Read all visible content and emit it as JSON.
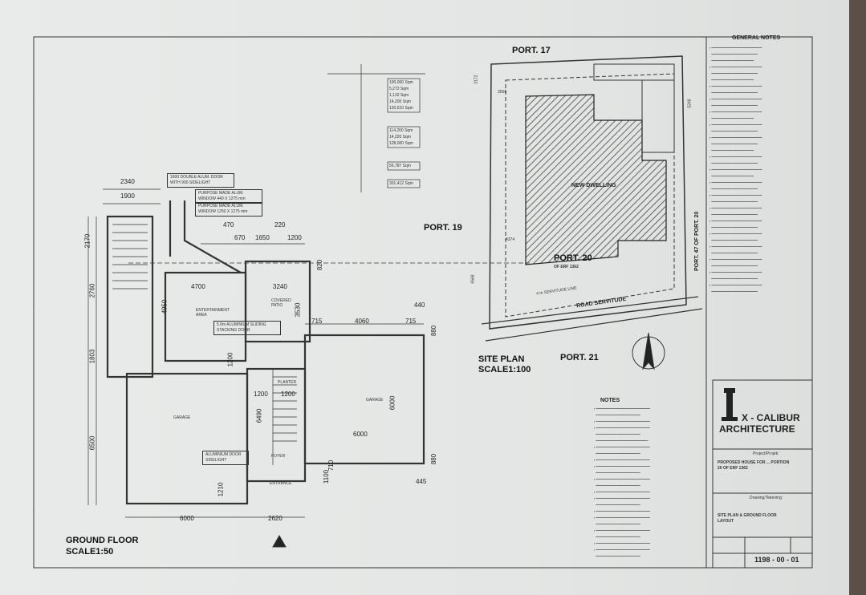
{
  "sheet": {
    "ground_floor_title": "GROUND FLOOR",
    "ground_floor_scale": "SCALE1:50",
    "site_plan_title": "SITE PLAN",
    "site_plan_scale": "SCALE1:100"
  },
  "site": {
    "port17": "PORT. 17",
    "port19": "PORT. 19",
    "port20": "PORT. 20",
    "port20_sub": "OF ERF 1362",
    "port21": "PORT. 21",
    "port47": "PORT. 47 OF PORT. 20",
    "new_dwelling": "NEW DWELLING",
    "road_servitude": "ROAD SERVITUDE",
    "servitude_line": "4 m SERVITUDE LINE",
    "dims": [
      "3172",
      "3556",
      "5248",
      "4374",
      "6568"
    ]
  },
  "rooms": {
    "entertainment": "ENTERTAINMENT AREA",
    "covered_patio": "COVERED PATIO",
    "garage_left": "GARAGE",
    "garage_right": "GARAGE",
    "foyer": "FOYER",
    "entrance": "ENTRANCE",
    "planter": "PLANTER"
  },
  "callouts": {
    "door1": "1600 DOUBLE ALUM. DOOR WITH 900 SIDELIGHT",
    "window1": "PURPOSE MADE ALUM. WINDOW 440 X 1275 mm",
    "window2": "PURPOSE MADE ALUM. WINDOW 1250 X 1275 mm",
    "sliding": "5.0m ALUMINIUM SLIDING STACKING DOOR",
    "alum_door": "ALUMINIUM DOOR SIDELIGHT"
  },
  "dims": {
    "d2340": "2340",
    "d1900": "1900",
    "d470": "470",
    "d220": "220",
    "d670": "670",
    "d1650": "1650",
    "d1200a": "1200",
    "d820": "820",
    "d4700": "4700",
    "d3240": "3240",
    "d4950": "4950",
    "d3530": "3530",
    "d715a": "715",
    "d4060": "4060",
    "d715b": "715",
    "d440": "440",
    "d880a": "880",
    "d2170": "2170",
    "d2760": "2760",
    "d1803": "1803",
    "d6500": "6500",
    "d1200b": "1200",
    "d1200c": "1200",
    "d6490": "6490",
    "d6000a": "6000",
    "d6000b": "6000",
    "d6000c": "6000",
    "d2620": "2620",
    "d1210": "1210",
    "d1100": "1100",
    "d710": "710",
    "d880b": "880",
    "d445": "445",
    "d1200d": "1200"
  },
  "general_notes_title": "GENERAL NOTES",
  "notes_title": "NOTES",
  "title_block": {
    "company_line1": "X - CALIBUR",
    "company_line2": "ARCHITECTURE",
    "project_label": "Project/Projek:",
    "project_desc": "PROPOSED HOUSE FOR ... PORTION 20 OF ERF 1362",
    "drawing_label": "Drawing/Tekening:",
    "drawing_desc": "SITE PLAN & GROUND FLOOR LAYOUT",
    "drawing_number": "1198 - 00 - 01"
  },
  "area_schedule": {
    "rows": [
      "100,000 Sqm",
      "5,272 Sqm",
      "1,132 Sqm",
      "14,200 Sqm",
      "120,610 Sqm",
      "114,200 Sqm",
      "14,220 Sqm",
      "128,000 Sqm",
      "56,787 Sqm",
      "301,412 Sqm"
    ]
  },
  "colors": {
    "paper": "#e6e8e7",
    "ink": "#222222",
    "background": "#5a5048"
  }
}
